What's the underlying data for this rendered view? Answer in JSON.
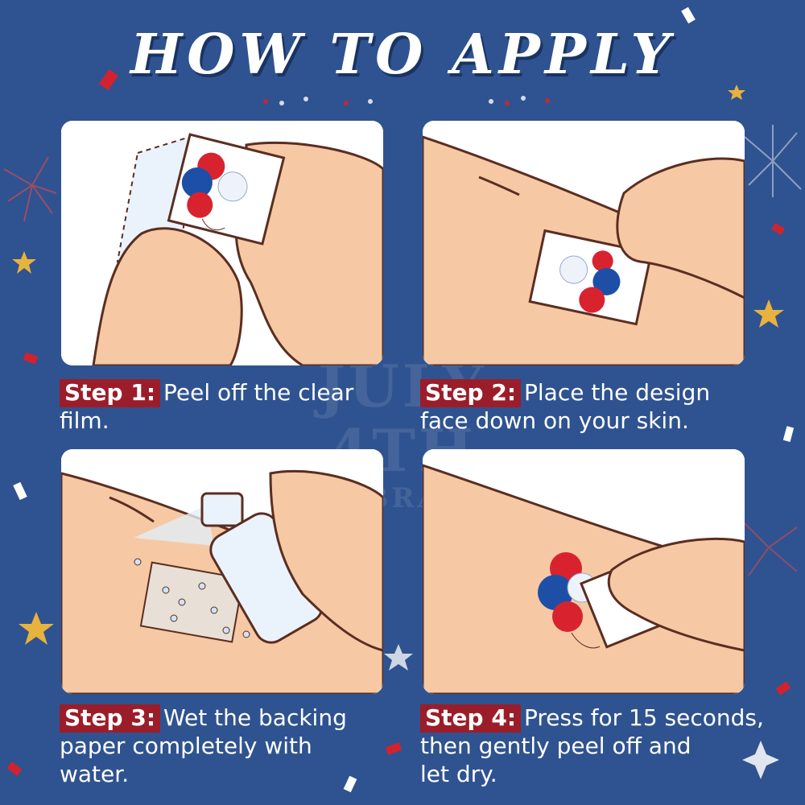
{
  "title": "HOW TO APPLY",
  "watermark": {
    "line1": "JULY 4TH",
    "line2": "CELEBRATION"
  },
  "steps": [
    {
      "label": "Step 1:",
      "line1": "Peel off the clear",
      "line2": "film.",
      "line3": ""
    },
    {
      "label": "Step 2:",
      "line1": "Place the design",
      "line2": "face down on your skin.",
      "line3": ""
    },
    {
      "label": "Step 3:",
      "line1": "Wet the backing",
      "line2": "paper completely with",
      "line3": "water."
    },
    {
      "label": "Step 4:",
      "line1": "Press for 15 seconds,",
      "line2": "then gently peel off and",
      "line3": "let dry."
    }
  ],
  "colors": {
    "background": "#2f5390",
    "label_bg": "#9b1d2a",
    "skin": "#f6c9a4",
    "outline": "#5a2e22",
    "balloon_red": "#d8232f",
    "balloon_blue": "#1d4fa6"
  }
}
